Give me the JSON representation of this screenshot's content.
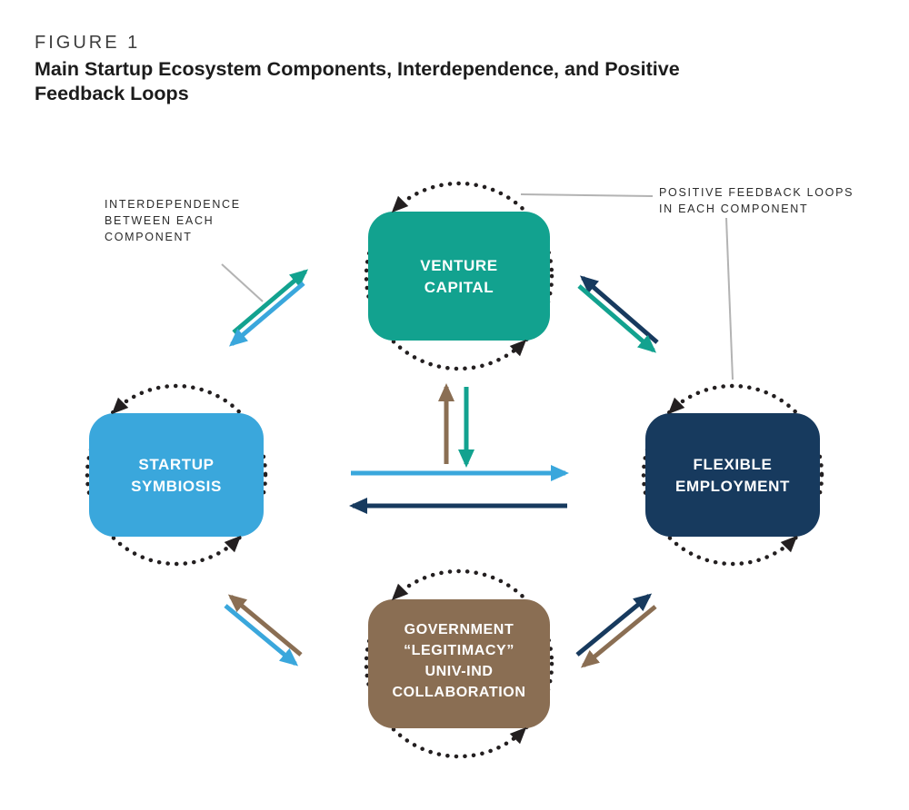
{
  "figure": {
    "label": "FIGURE 1",
    "title_line1": "Main Startup Ecosystem Components, Interdependence, and Positive",
    "title_line2": "Feedback Loops"
  },
  "annotations": {
    "interdependence": {
      "lines": [
        "INTERDEPENDENCE",
        "BETWEEN EACH",
        "COMPONENT"
      ]
    },
    "feedback": {
      "lines": [
        "POSITIVE FEEDBACK LOOPS",
        "IN EACH COMPONENT"
      ]
    }
  },
  "components": {
    "venture_capital": {
      "lines": [
        "VENTURE",
        "CAPITAL"
      ],
      "color": "#12A28F"
    },
    "startup_symbiosis": {
      "lines": [
        "STARTUP",
        "SYMBIOSIS"
      ],
      "color": "#3AA7DC"
    },
    "flexible_employment": {
      "lines": [
        "FLEXIBLE",
        "EMPLOYMENT"
      ],
      "color": "#173A5E"
    },
    "government": {
      "lines": [
        "GOVERNMENT",
        "“LEGITIMACY”",
        "UNIV-IND",
        "COLLABORATION"
      ],
      "color": "#8A6E53"
    }
  },
  "colors": {
    "teal": "#12A28F",
    "blue": "#3AA7DC",
    "navy": "#173A5E",
    "brown": "#8A6E53",
    "black": "#231F20",
    "gray_line": "#B3B3B3"
  }
}
